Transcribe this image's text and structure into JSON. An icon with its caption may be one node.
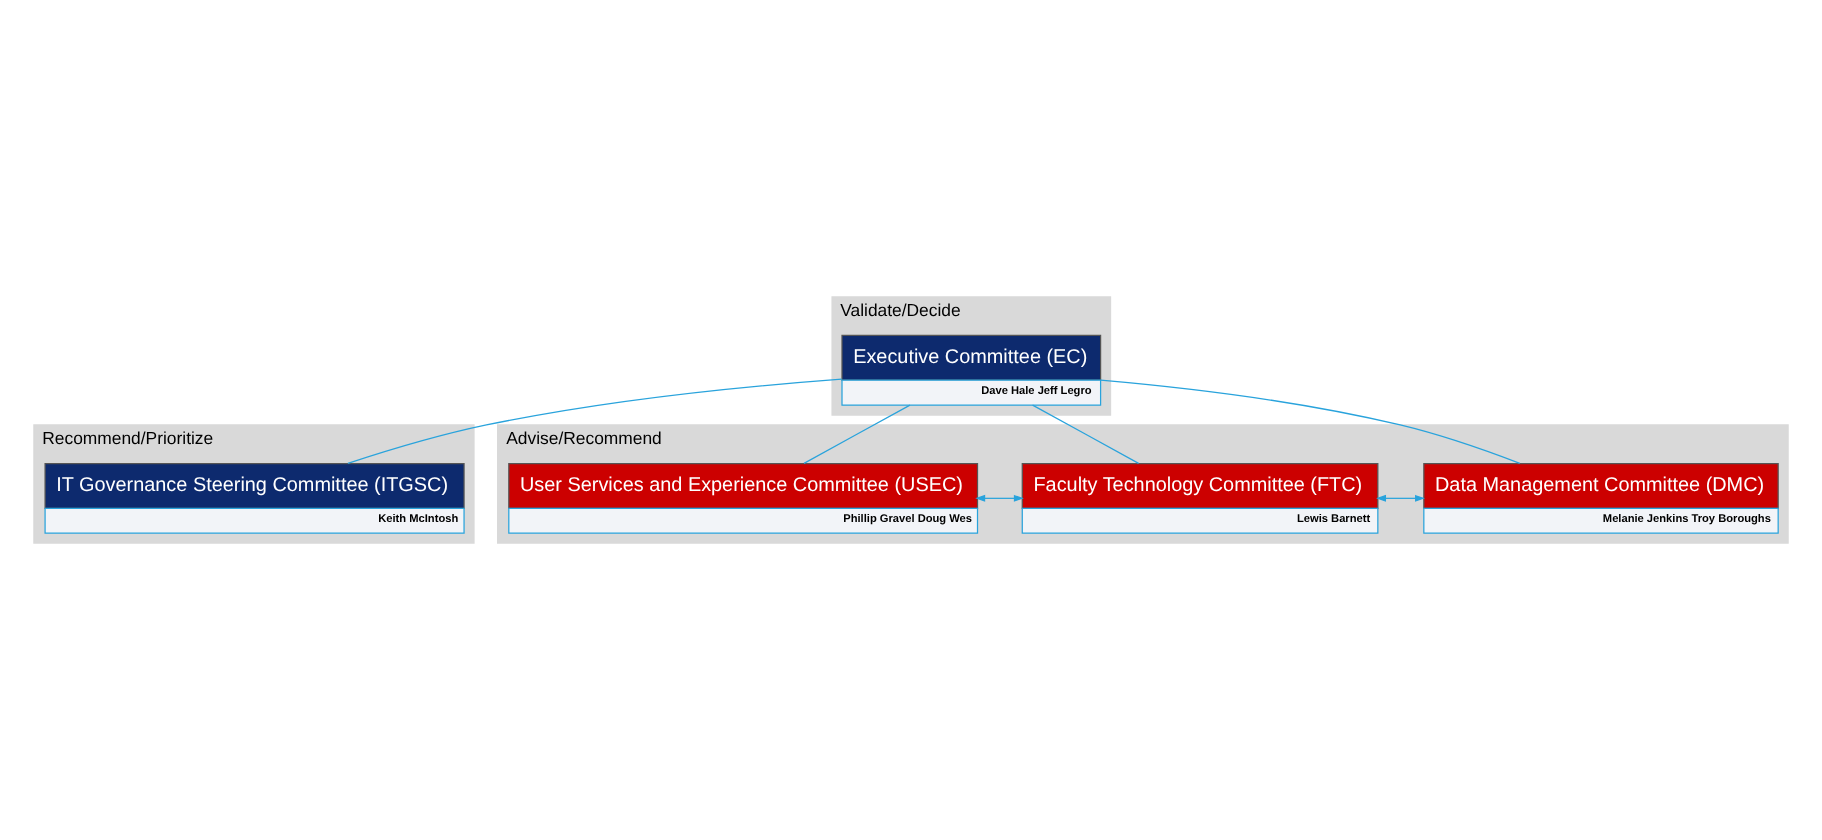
{
  "diagram": {
    "nodes": [
      {
        "text": [
          "Validate/Decide"
        ]
      },
      {
        "text": [
          "Executive Committee (EC)",
          "Dave Hale Jeff Legro"
        ],
        "in": 0
      },
      {
        "text": [
          "Recommend/Prioritize"
        ]
      },
      {
        "text": [
          "IT Governance Steering Committee (ITGSC)",
          "Keith McIntosh"
        ],
        "in": 2
      },
      {
        "text": [
          "Advise/Recommend"
        ]
      },
      {
        "text": [
          "Data Management Committee (DMC)",
          "Melanie Jenkins Troy Boroughs"
        ],
        "in": 4
      },
      {
        "text": [
          "Faculty Technology Committee (FTC)",
          "Lewis Barnett"
        ],
        "in": 4
      },
      {
        "text": [
          "User Services and Experience Committee (USEC)",
          "Phillip Gravel Doug Wes"
        ],
        "in": 4
      }
    ],
    "edges": [
      {
        "from": 1,
        "to": 3,
        "arrow": "none"
      },
      {
        "from": 1,
        "to": 5,
        "arrow": "none"
      },
      {
        "from": 1,
        "to": 6,
        "arrow": "none"
      },
      {
        "from": 1,
        "to": 7,
        "arrow": "none"
      },
      {
        "from": 5,
        "to": 6,
        "arrow": "both"
      },
      {
        "from": 6,
        "to": 7,
        "arrow": "both"
      }
    ]
  }
}
